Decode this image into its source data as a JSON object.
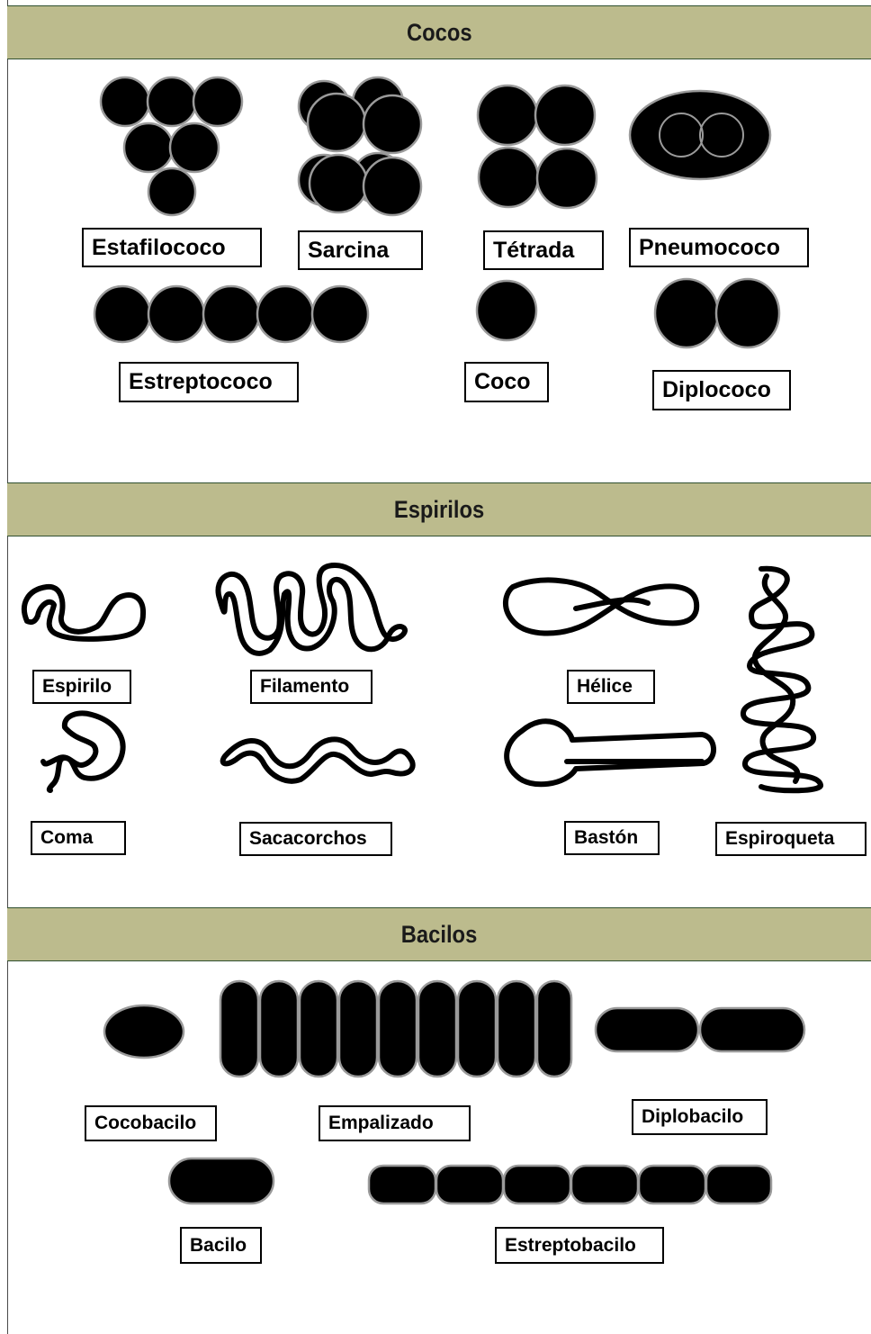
{
  "sections": {
    "cocos": {
      "title": "Cocos",
      "labels": {
        "estafilococo": "Estafilococo",
        "sarcina": "Sarcina",
        "tetrada": "Tétrada",
        "pneumococo": "Pneumococo",
        "estreptococo": "Estreptococo",
        "coco": "Coco",
        "diplococo": "Diplococo"
      }
    },
    "espirilos": {
      "title": "Espirilos",
      "labels": {
        "espirilo": "Espirilo",
        "filamento": "Filamento",
        "helice": "Hélice",
        "coma": "Coma",
        "sacacorchos": "Sacacorchos",
        "baston": "Bastón",
        "espiroqueta": "Espiroqueta"
      }
    },
    "bacilos": {
      "title": "Bacilos",
      "labels": {
        "cocobacilo": "Cocobacilo",
        "empalizado": "Empalizado",
        "diplobacilo": "Diplobacilo",
        "bacilo": "Bacilo",
        "estreptobacilo": "Estreptobacilo"
      }
    }
  },
  "colors": {
    "header_band": "#bcbb8d",
    "header_border": "#2f4f2f",
    "cell_fill": "#000000",
    "cell_outline": "#9a9a9a"
  }
}
